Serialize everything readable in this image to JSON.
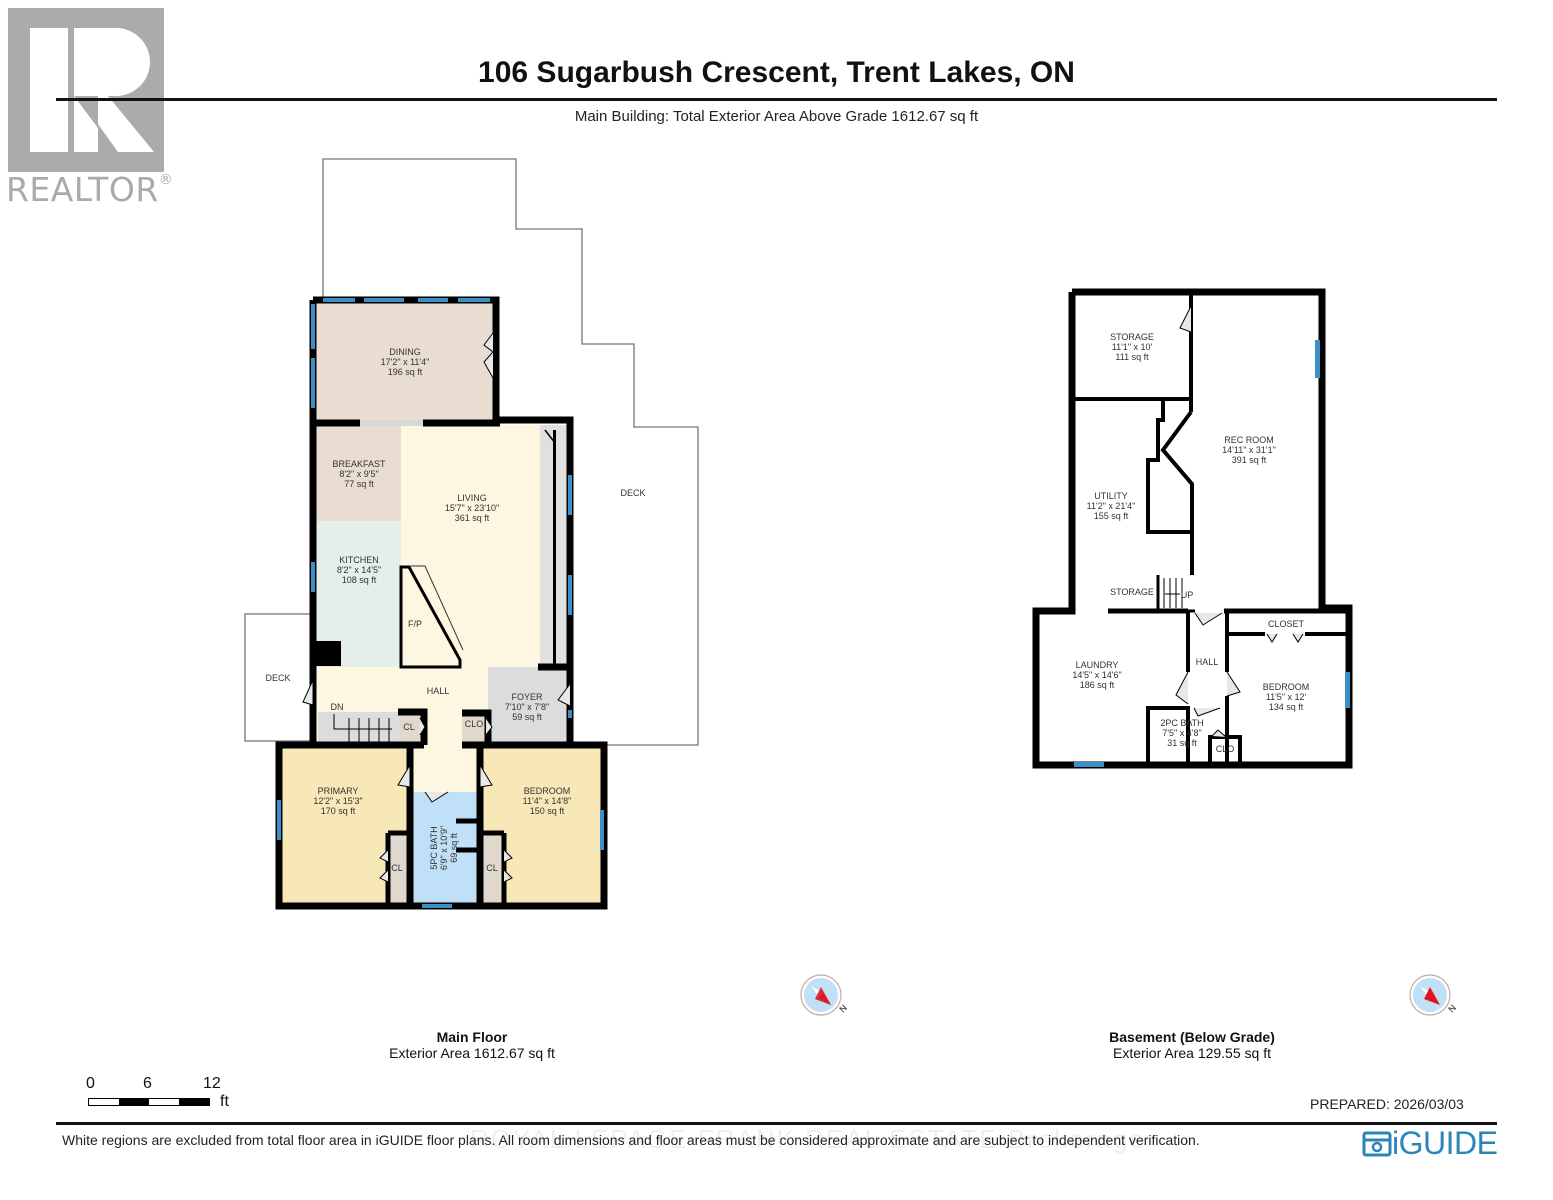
{
  "header": {
    "title": "106 Sugarbush Crescent, Trent Lakes, ON",
    "subtitle": "Main Building: Total Exterior Area Above Grade 1612.67 sq ft"
  },
  "branding": {
    "realtor_logo": "realtor-r-logo",
    "realtor_text": "REALTOR",
    "realtor_mark": "®",
    "iguide_logo": "iGUIDE",
    "iguide_color": "#2a86b7",
    "watermark": "ROYAL LEPAGE FRANK REAL ESTATE Brokerage"
  },
  "main_floor": {
    "caption_title": "Main Floor",
    "caption_area": "Exterior Area 1612.67 sq ft",
    "rooms": [
      {
        "name": "DINING",
        "dims": "17'2\" x 11'4\"",
        "area": "196 sq ft",
        "color": "#e8ddd0"
      },
      {
        "name": "BREAKFAST",
        "dims": "8'2\" x 9'5\"",
        "area": "77 sq ft",
        "color": "#e8ddd0"
      },
      {
        "name": "LIVING",
        "dims": "15'7\" x 23'10\"",
        "area": "361 sq ft",
        "color": "#fdf6e0"
      },
      {
        "name": "KITCHEN",
        "dims": "8'2\" x 14'5\"",
        "area": "108 sq ft",
        "color": "#e3efe8"
      },
      {
        "name": "FOYER",
        "dims": "7'10\" x 7'8\"",
        "area": "59 sq ft",
        "color": "#dcdcdc"
      },
      {
        "name": "PRIMARY",
        "dims": "12'2\" x 15'3\"",
        "area": "170 sq ft",
        "color": "#f8e8b8"
      },
      {
        "name": "BEDROOM",
        "dims": "11'4\" x 14'8\"",
        "area": "150 sq ft",
        "color": "#f8e8b8"
      },
      {
        "name": "5PC BATH",
        "dims": "6'9\" x 10'9\"",
        "area": "69 sq ft",
        "color": "#bfe0f6"
      }
    ],
    "labels": {
      "hall": "HALL",
      "deck_left": "DECK",
      "deck_right": "DECK",
      "fireplace": "F/P",
      "stairs": "DN",
      "cl1": "CL",
      "clo": "CLO",
      "cl2": "CL",
      "cl3": "CL"
    }
  },
  "basement": {
    "caption_title": "Basement (Below Grade)",
    "caption_area": "Exterior Area 129.55 sq ft",
    "rooms": [
      {
        "name": "STORAGE",
        "dims": "11'1\" x 10'",
        "area": "111 sq ft"
      },
      {
        "name": "REC ROOM",
        "dims": "14'11\" x 31'1\"",
        "area": "391 sq ft"
      },
      {
        "name": "UTILITY",
        "dims": "11'2\" x 21'4\"",
        "area": "155 sq ft"
      },
      {
        "name": "LAUNDRY",
        "dims": "14'5\" x 14'6\"",
        "area": "186 sq ft"
      },
      {
        "name": "BEDROOM",
        "dims": "11'5\" x 12'",
        "area": "134 sq ft"
      },
      {
        "name": "2PC BATH",
        "dims": "7'5\" x 4'8\"",
        "area": "31 sq ft"
      }
    ],
    "labels": {
      "storage2": "STORAGE",
      "stairs": "UP",
      "hall": "HALL",
      "closet": "CLOSET",
      "clo": "CLO"
    }
  },
  "compass": {
    "label": "N",
    "needle_color": "#e0141e",
    "disc_color": "#bfe0f6"
  },
  "scale_bar": {
    "ticks": [
      "0",
      "6",
      "12"
    ],
    "unit": "ft"
  },
  "footer": {
    "prepared": "PREPARED: 2026/03/03",
    "disclaimer": "White regions are excluded from total floor area in iGUIDE floor plans. All room dimensions and floor areas must be considered approximate and are subject to independent verification."
  }
}
